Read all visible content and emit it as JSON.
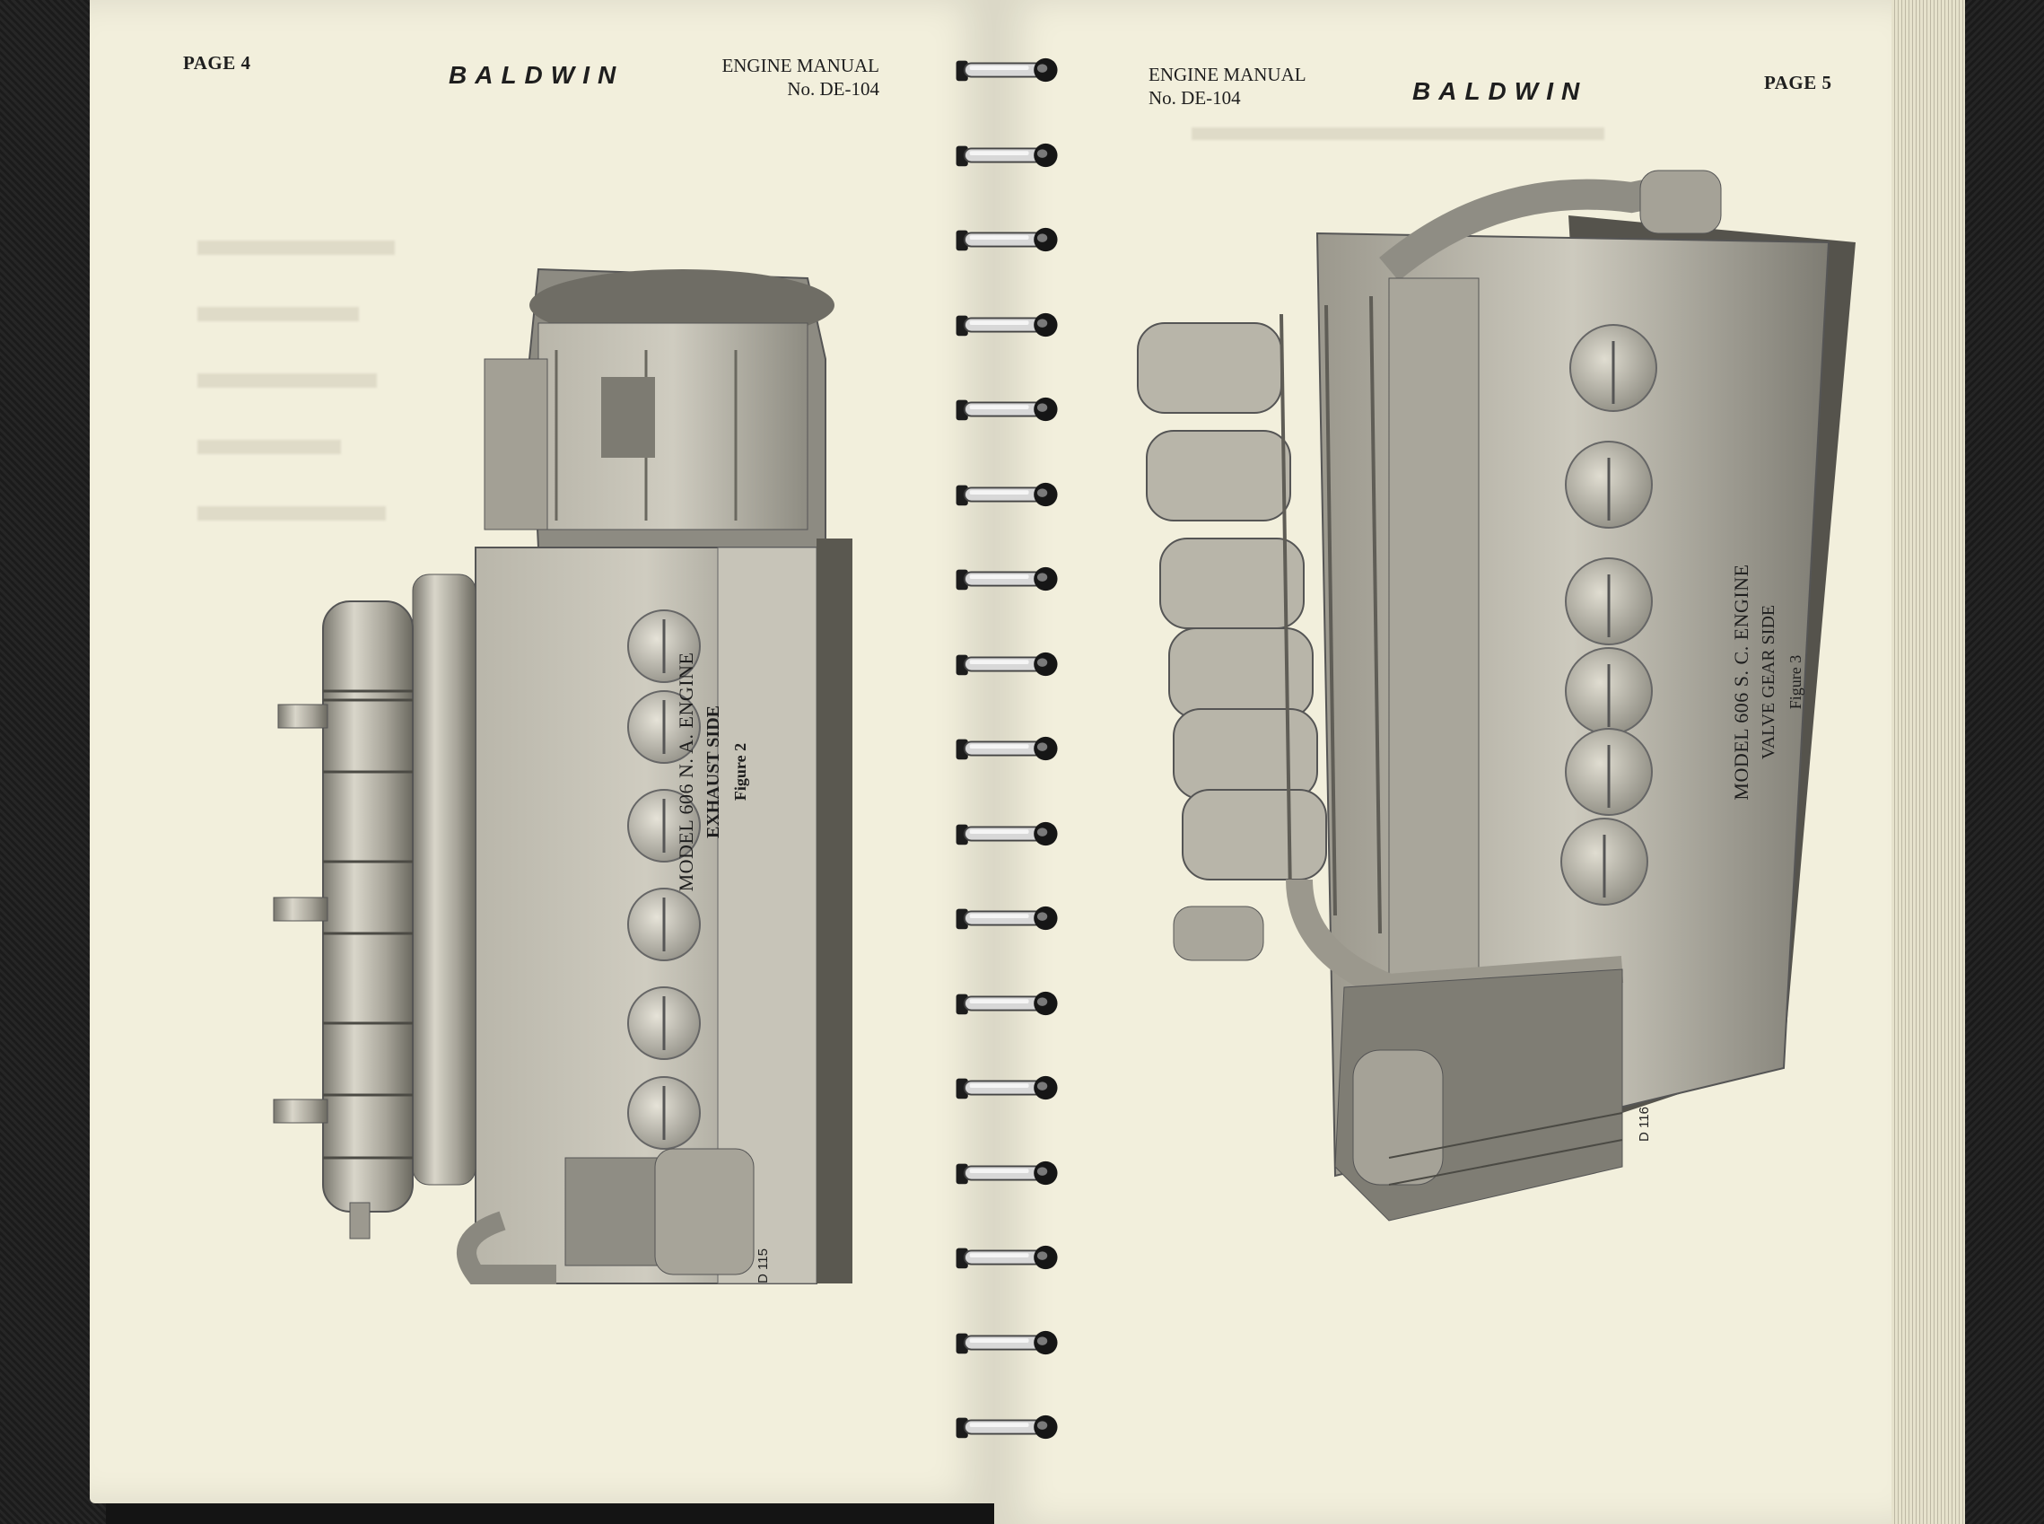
{
  "left_page": {
    "page_label": "PAGE 4",
    "brand": "BALDWIN",
    "manual_line1": "ENGINE MANUAL",
    "manual_line2": "No. DE-104",
    "caption_model": "MODEL 606 N. A. ENGINE",
    "caption_side": "EXHAUST SIDE",
    "caption_figure": "Figure 2",
    "photo_code": "D 115"
  },
  "right_page": {
    "page_label": "PAGE 5",
    "brand": "BALDWIN",
    "manual_line1": "ENGINE MANUAL",
    "manual_line2": "No. DE-104",
    "caption_model": "MODEL 606 S. C. ENGINE",
    "caption_side": "VALVE GEAR SIDE",
    "caption_figure": "Figure 3",
    "photo_code": "D 116"
  },
  "colors": {
    "paper": "#f2efdc",
    "ink": "#1e1e1e",
    "binder": "#1b1b1b"
  },
  "icons": [
    "spiral-coil-icon"
  ]
}
